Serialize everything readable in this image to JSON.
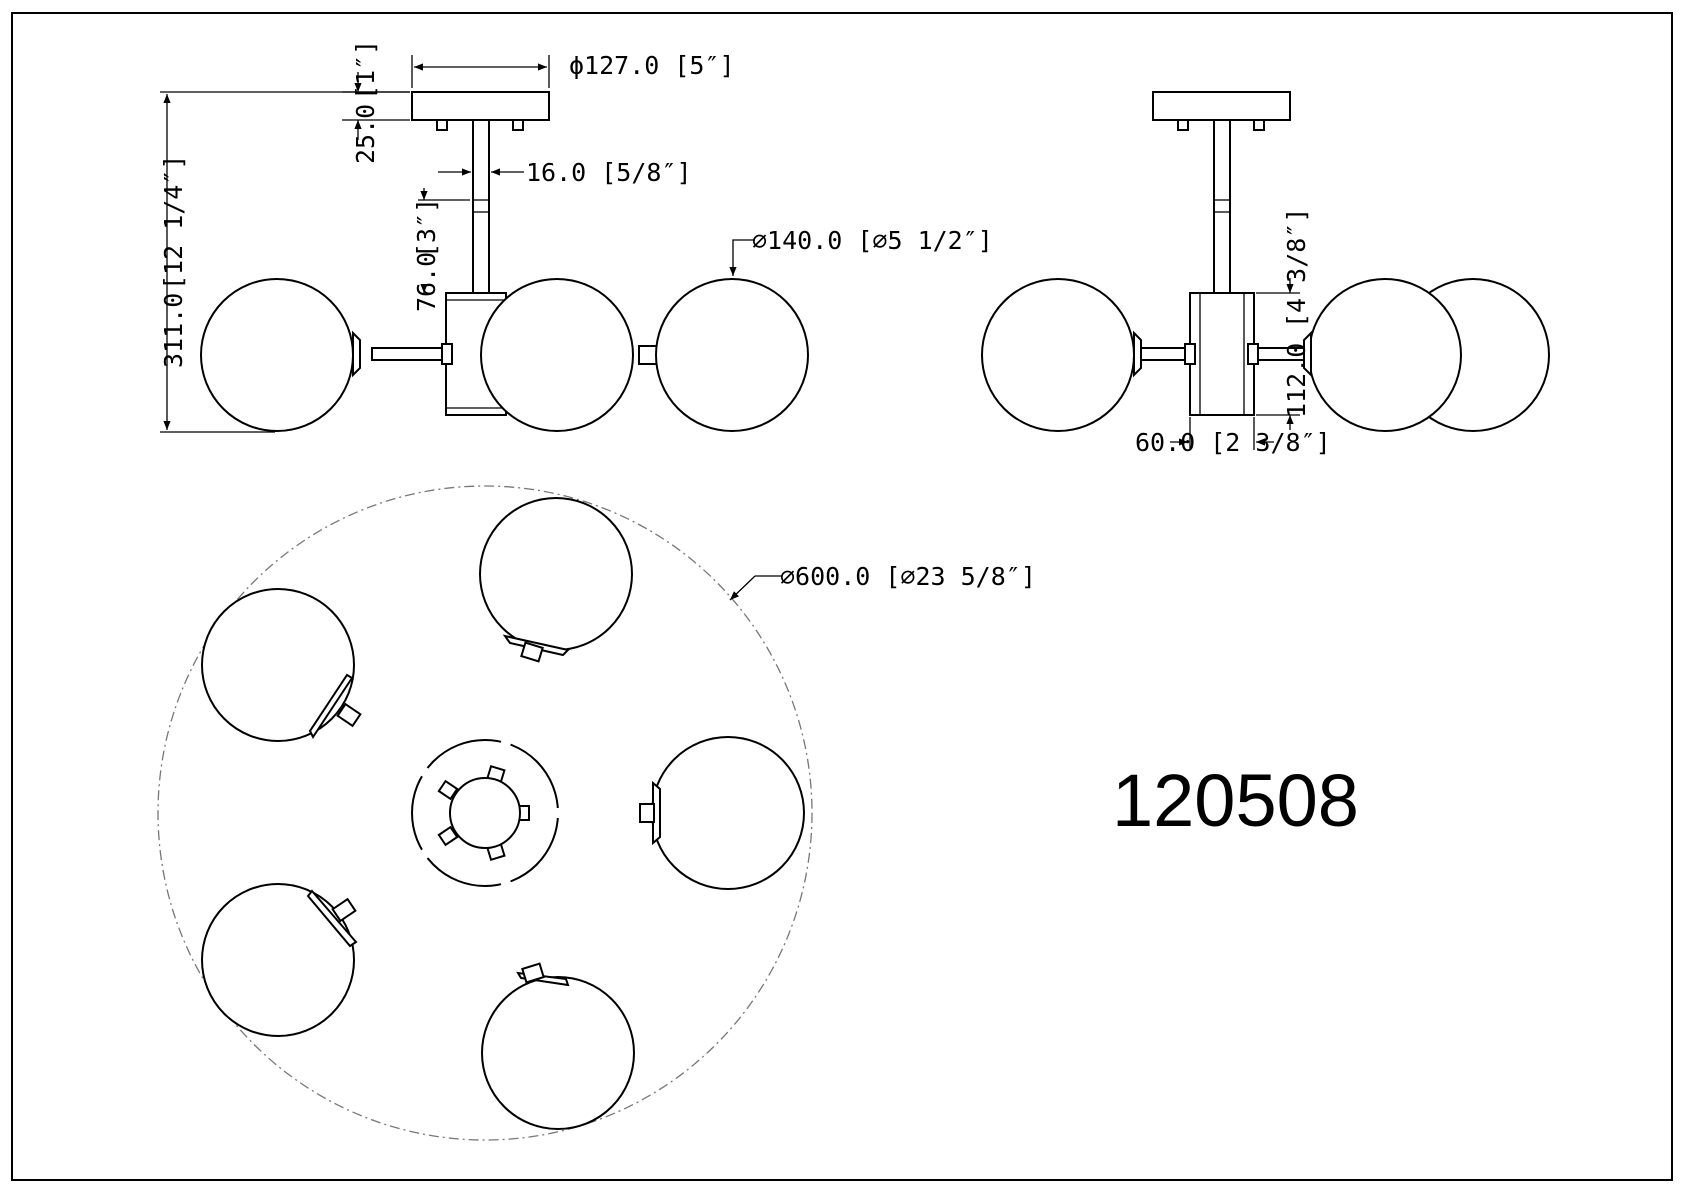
{
  "colors": {
    "line": "#000000",
    "background": "#ffffff",
    "outline_circle": "#777777"
  },
  "model_number": "120508",
  "dimensions": {
    "canopy_diameter": "ϕ127.0 [5″]",
    "canopy_height_mm": "25.0",
    "canopy_height_in": "[1″]",
    "stem_width": "16.0 [5/8″]",
    "stem_height_mm": "76.0",
    "stem_height_in": "[3″]",
    "globe_diameter": "⌀140.0 [⌀5 1/2″]",
    "overall_height_mm": "311.0",
    "overall_height_in": "[12 1/4″]",
    "hub_height_mm": "112.0",
    "hub_height_in": "[4 3/8″]",
    "hub_width": "60.0 [2 3/8″]",
    "overall_diameter": "⌀600.0 [⌀23 5/8″]"
  }
}
